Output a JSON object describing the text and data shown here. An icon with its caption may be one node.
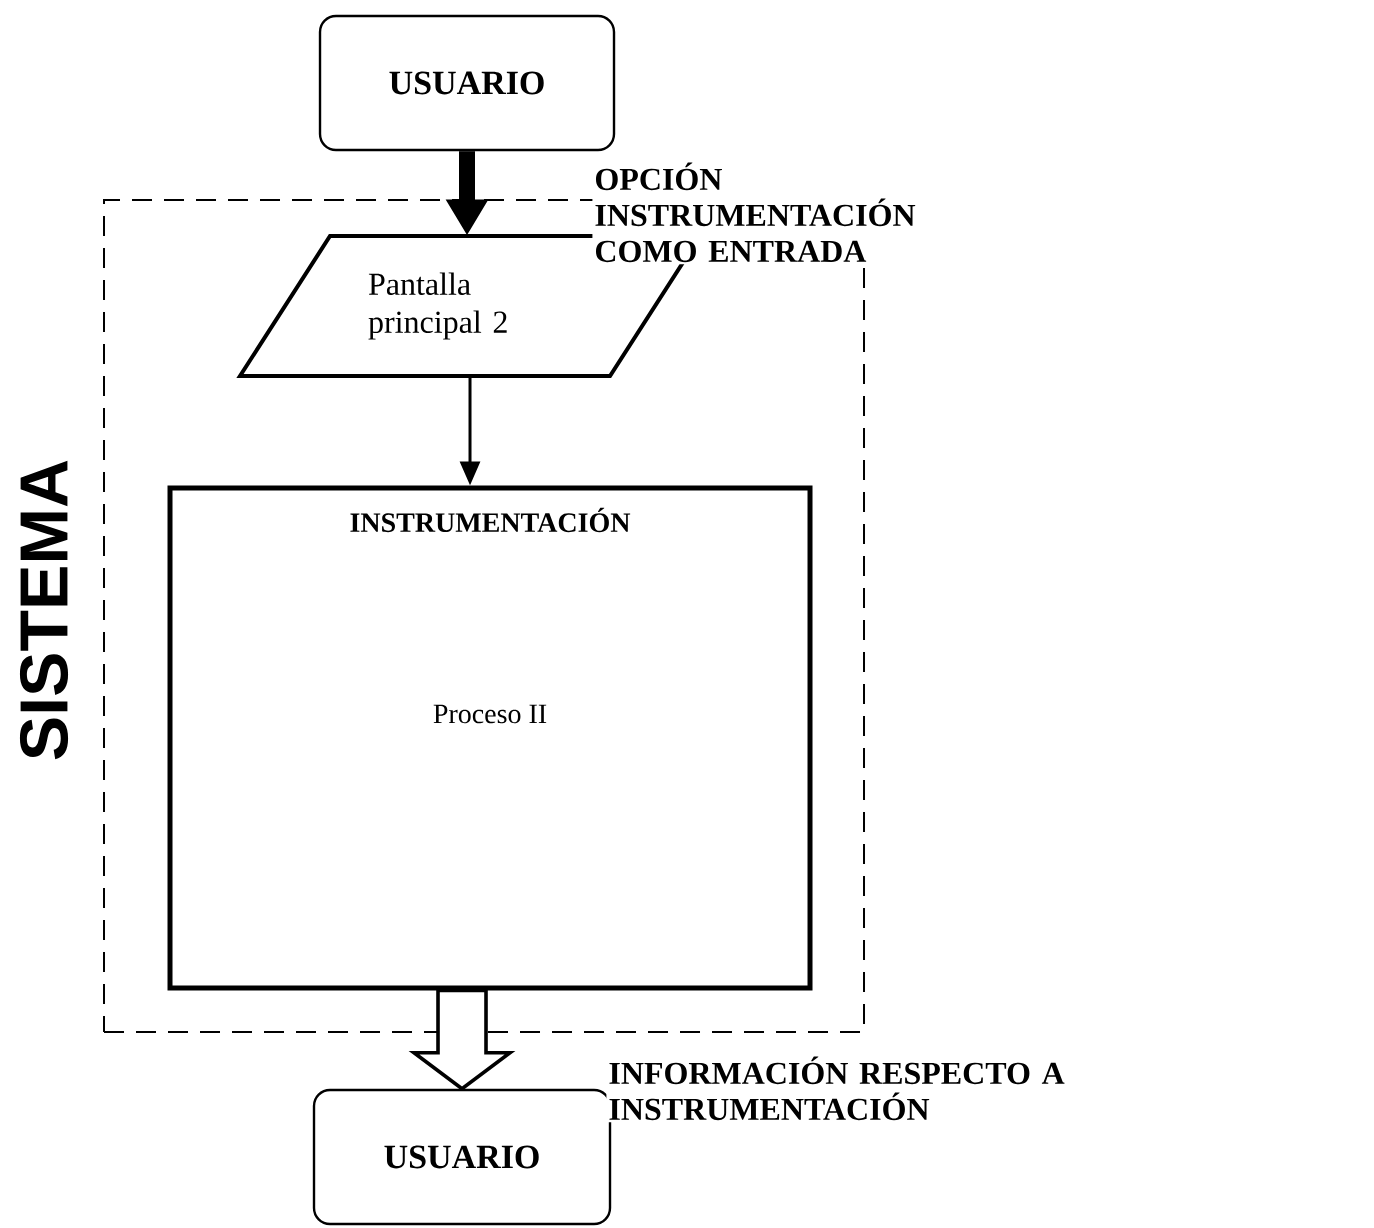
{
  "diagram": {
    "nodes": [
      {
        "text": [
          "USUARIO"
        ]
      },
      {
        "text": [
          "SISTEMA"
        ]
      },
      {
        "text": [
          "Pantalla principal 2"
        ],
        "in": 1
      },
      {
        "text": [
          "INSTRUMENTACIÓN",
          "Proceso II"
        ],
        "in": 1
      },
      {
        "text": [
          "USUARIO"
        ]
      }
    ],
    "edges": [
      {
        "from": 0,
        "to": 2,
        "arrow": "to",
        "style": "thick",
        "label": "OPCIÓN INSTRUMENTACIÓN COMO ENTRADA"
      },
      {
        "from": 2,
        "to": 3,
        "arrow": "to"
      },
      {
        "from": 3,
        "to": 4,
        "arrow": "to",
        "style": "thick",
        "label": "INFORMACIÓN RESPECTO A INSTRUMENTACIÓN"
      }
    ]
  }
}
